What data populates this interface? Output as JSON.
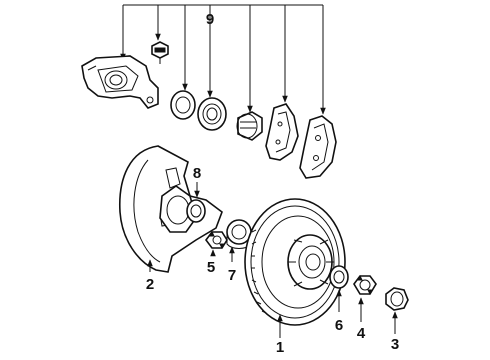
{
  "colors": {
    "ink": "#111111",
    "paper": "#ffffff"
  },
  "callouts": {
    "c1": "1",
    "c2": "2",
    "c3": "3",
    "c4": "4",
    "c5": "5",
    "c6": "6",
    "c7": "7",
    "c8": "8",
    "c9": "9"
  }
}
